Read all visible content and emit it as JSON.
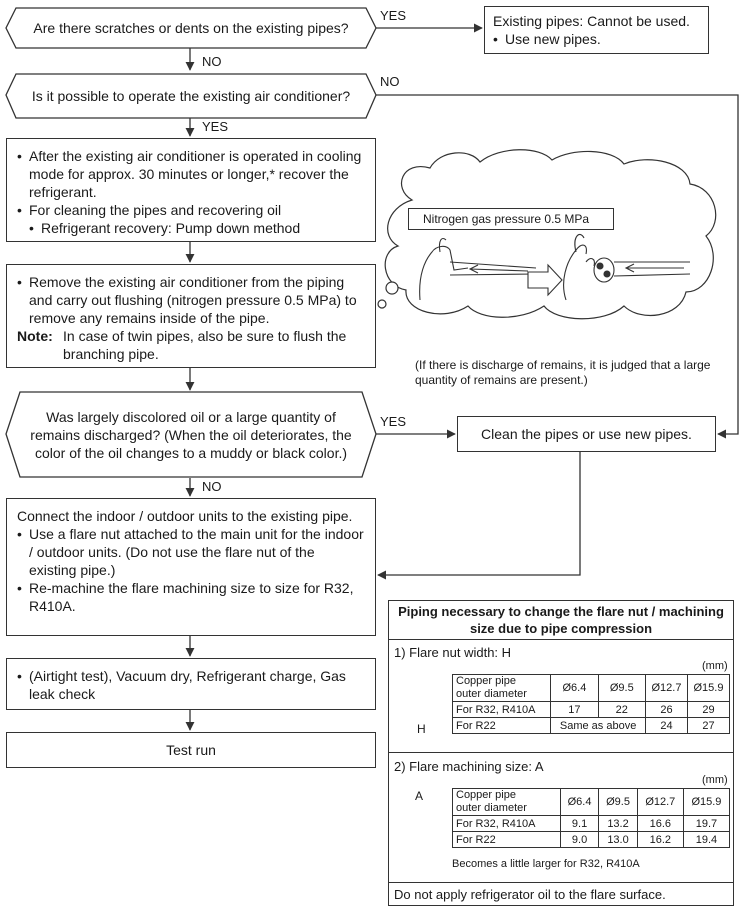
{
  "flow": {
    "q1": "Are there scratches or dents on the existing pipes?",
    "q1_yes": "YES",
    "q1_no": "NO",
    "result_cannot": {
      "line1": "Existing pipes: Cannot be used.",
      "line2": "Use new pipes."
    },
    "q2": "Is it possible to operate the existing air conditioner?",
    "q2_yes": "YES",
    "q2_no": "NO",
    "step_recover": {
      "b1": "After the existing air conditioner is operated in cooling mode for approx. 30 minutes or longer,* recover the refrigerant.",
      "b2": "For cleaning the pipes and recovering oil",
      "b3": "Refrigerant recovery: Pump down method"
    },
    "step_flush": {
      "b1": "Remove the existing air conditioner from the piping and carry out flushing (nitrogen pressure 0.5 MPa) to remove any remains inside of the pipe.",
      "note_label": "Note:",
      "note_text": "In case of twin pipes, also be sure to flush the branching pipe."
    },
    "illustration": {
      "caption": "Nitrogen gas pressure 0.5 MPa"
    },
    "discharge_note": "(If there is discharge of remains, it is judged that a large quantity of remains are present.)",
    "q3": "Was largely discolored oil or a large quantity of remains discharged? (When the oil deteriorates, the color of the oil changes to a muddy or black color.)",
    "q3_yes": "YES",
    "q3_no": "NO",
    "clean": "Clean the pipes or use new pipes.",
    "step_connect": {
      "intro": "Connect the indoor / outdoor units to the existing pipe.",
      "b1": "Use a flare nut attached to the main unit for the indoor / outdoor units. (Do not use the flare nut of the existing pipe.)",
      "b2": "Re-machine the flare machining size to size for R32, R410A."
    },
    "step_test": {
      "b1": "(Airtight test), Vacuum dry, Refrigerant charge, Gas leak check"
    },
    "test_run": "Test run"
  },
  "flare_panel": {
    "title": "Piping necessary to change the flare nut / machining size due to pipe compression",
    "sec1_title": "1) Flare nut width: H",
    "sec1_label": "H",
    "sec2_title": "2) Flare machining size: A",
    "sec2_label": "A",
    "unit": "(mm)",
    "header_l1": "Copper pipe",
    "header_l2": "outer diameter",
    "sizes": [
      "Ø6.4",
      "Ø9.5",
      "Ø12.7",
      "Ø15.9"
    ],
    "nut_rows": [
      {
        "label": "For R32, R410A",
        "v": [
          "17",
          "22",
          "26",
          "29"
        ]
      },
      {
        "label": "For R22",
        "same": "Same as above",
        "v": [
          "24",
          "27"
        ]
      }
    ],
    "flare_rows": [
      {
        "label": "For R32, R410A",
        "v": [
          "9.1",
          "13.2",
          "16.6",
          "19.7"
        ]
      },
      {
        "label": "For R22",
        "v": [
          "9.0",
          "13.0",
          "16.2",
          "19.4"
        ]
      }
    ],
    "flare_note": "Becomes a little larger for R32, R410A",
    "footer": "Do not apply refrigerator oil to the flare surface."
  }
}
